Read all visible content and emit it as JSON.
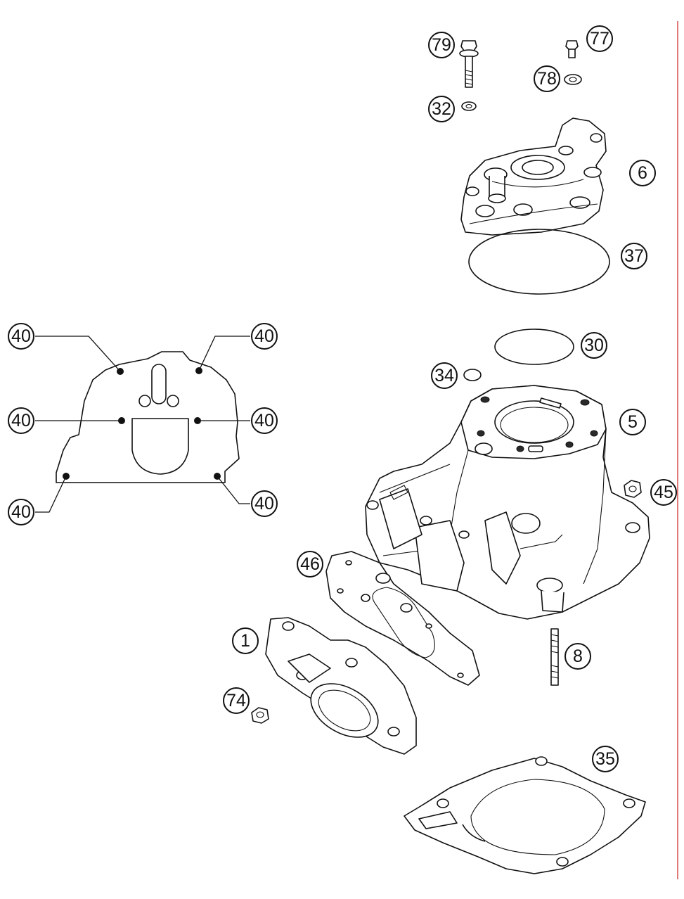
{
  "callouts": {
    "c79": "79",
    "c77": "77",
    "c78": "78",
    "c32": "32",
    "c6": "6",
    "c37": "37",
    "c30": "30",
    "c34": "34",
    "c5": "5",
    "c45": "45",
    "c46": "46",
    "c1": "1",
    "c8": "8",
    "c74": "74",
    "c35": "35",
    "c40a": "40",
    "c40b": "40",
    "c40c": "40",
    "c40d": "40",
    "c40e": "40",
    "c40f": "40"
  },
  "colors": {
    "line": "#111111",
    "background": "#ffffff",
    "edge_marker": "#e07a7a"
  }
}
